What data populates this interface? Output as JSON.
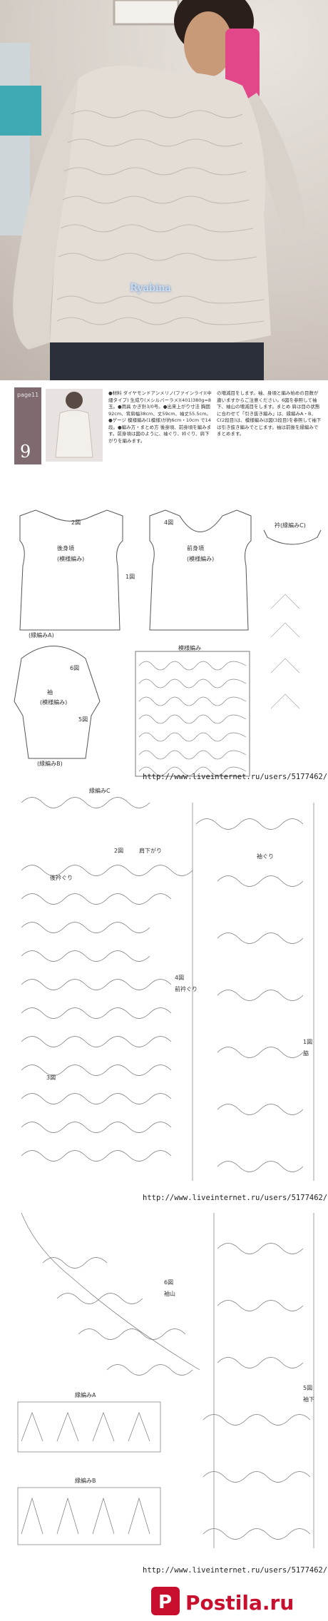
{
  "photo": {
    "watermark": "Ryabina"
  },
  "info": {
    "page_label": "page11",
    "page_number": "9",
    "materials_text": "●材料 ダイヤモンドアンメリノ(ファインライ)(中細タイプ) 生成り(メシルバーラメ)(401)380g=8玉。●用具 かぎ針3/0号。●出来上がり寸法 胸囲92cm、背肩幅38cm、丈59cm、袖丈55.5cm。●ゲージ 模様編み(1模様)が約6cm・10cm で14段。●編み方・まとめ方 後身頃、前身頃を編みます。前身頃は図のように、袖ぐり、衿ぐり、肩下がりを編みます。",
    "method_text": "の増減目をします。袖、身頃と編み始めの目数が違いますからご注意ください。6図を参照して袖下、袖山の増減目をします。まとめ 肩は目の状態に合わせて「引き抜き編み」は、縁編みA・B、C(2段目)は、模様編みは図(3段目)を参照して袖下は引き抜き編みでとじます。袖は前後を縁編みでまとめます。"
  },
  "diagram1": {
    "url": "http://www.liveinternet.ru/users/5177462/",
    "labels": {
      "back": "後身頃",
      "back_sub": "(模様編み)",
      "front": "前身頃",
      "front_sub": "(模様編み)",
      "fig2": "2図",
      "fig4": "4図",
      "fig1": "1図",
      "sleeve": "袖",
      "sleeve_sub": "(模様編み)",
      "fig6": "6図",
      "fig5": "5図",
      "edge_c": "衿(縁編みC)",
      "pattern": "模様編み",
      "edge_a": "(縁編みA)",
      "edge_b": "(縁編みB)"
    }
  },
  "diagram2": {
    "url": "http://www.liveinternet.ru/users/5177462/",
    "labels": {
      "edge_c": "縁編みC",
      "fig2": "2図",
      "shoulder": "肩下がり",
      "back_neck": "後衿ぐり",
      "fig4": "4図",
      "front_neck": "前衿ぐり",
      "armhole": "袖ぐり",
      "fig3": "3図",
      "fig1": "1図",
      "side": "脇"
    }
  },
  "diagram3": {
    "url": "http://www.liveinternet.ru/users/5177462/",
    "labels": {
      "fig6": "6図",
      "sleeve_cap": "袖山",
      "edge_a": "縁編みA",
      "edge_b": "縁編みB",
      "fig5": "5図",
      "sleeve_under": "袖下"
    }
  },
  "footer": {
    "logo_text": "Postila.ru",
    "logo_color": "#c8102e"
  }
}
